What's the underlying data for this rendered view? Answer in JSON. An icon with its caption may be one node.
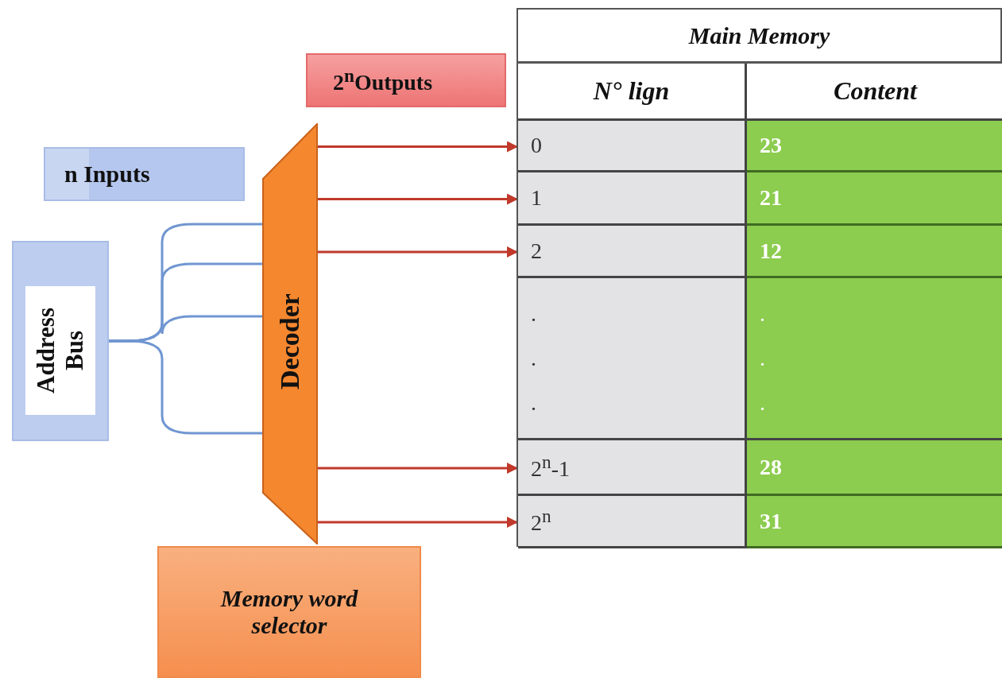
{
  "diagram": {
    "nodes": [
      {
        "text": [
          "n Inputs"
        ]
      },
      {
        "text": [
          "Address Bus"
        ]
      },
      {
        "text": [
          "Decoder"
        ]
      },
      {
        "text": [
          "2$^{n}$Outputs"
        ]
      },
      {
        "text": [
          "Memory word selector"
        ]
      },
      {
        "text": [
          "Main Memory"
        ]
      },
      {
        "text": [
          "0"
        ],
        "in": 5
      },
      {
        "text": [
          "1"
        ],
        "in": 5
      },
      {
        "text": [
          "2"
        ],
        "in": 5
      },
      {
        "text": [
          "2$^{n}$-1"
        ],
        "in": 5
      },
      {
        "text": [
          "2$^{n}$"
        ],
        "in": 5
      }
    ],
    "edges": [
      {
        "from": 2,
        "to": 6,
        "arrow": "to"
      },
      {
        "from": 2,
        "to": 7,
        "arrow": "to"
      },
      {
        "from": 2,
        "to": 8,
        "arrow": "to"
      },
      {
        "from": 2,
        "to": 9,
        "arrow": "to"
      },
      {
        "from": 2,
        "to": 10,
        "arrow": "to"
      },
      {
        "from": 1,
        "to": 2,
        "arrow": "none",
        "color": "#7096d1"
      },
      {
        "from": 1,
        "to": 2,
        "arrow": "none",
        "color": "#7096d1"
      },
      {
        "from": 1,
        "to": 2,
        "arrow": "none",
        "color": "#7096d1"
      },
      {
        "from": 1,
        "to": 2,
        "arrow": "none",
        "color": "#7096d1"
      }
    ],
    "labels": [
      "N° lign",
      "Content",
      "23",
      "21",
      "12",
      ". . .",
      ". . .",
      "28",
      "31"
    ]
  }
}
